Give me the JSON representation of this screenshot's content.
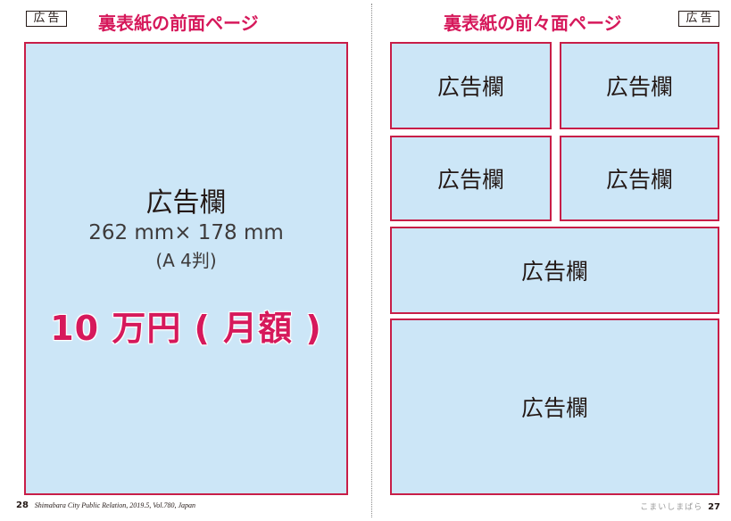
{
  "left_page": {
    "tag": "広告",
    "title": "裏表紙の前面ページ",
    "ad": {
      "label": "広告欄",
      "size": "262 mm× 178 mm",
      "format": "(A 4判)",
      "price": "10 万円 ( 月額 )"
    },
    "footer": {
      "page_number": "28",
      "publication": "Shimabara City Public Relation, 2019.5, Vol.780, Japan"
    }
  },
  "right_page": {
    "tag": "広告",
    "title": "裏表紙の前々面ページ",
    "ads": [
      "広告欄",
      "広告欄",
      "広告欄",
      "広告欄",
      "広告欄",
      "広告欄"
    ],
    "footer": {
      "logo_text": "こまいしまばら",
      "page_number": "27"
    }
  },
  "colors": {
    "accent": "#d6195b",
    "ad_border": "#c81e48",
    "ad_fill": "#cce6f7"
  }
}
